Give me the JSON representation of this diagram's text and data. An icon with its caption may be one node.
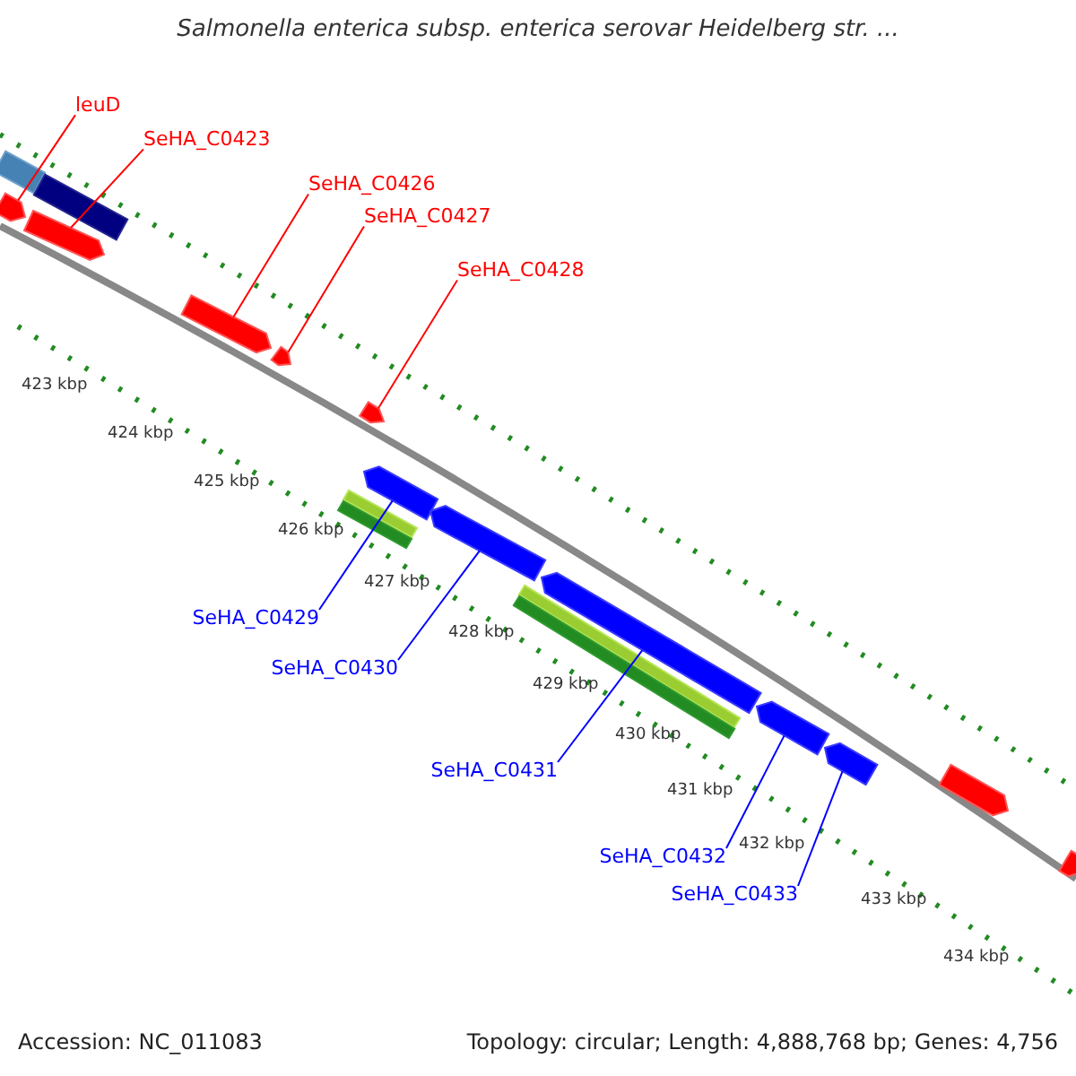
{
  "diagram": {
    "title": "Salmonella enterica subsp. enterica serovar Heidelberg str. ...",
    "nodes": [
      {
        "text": [
          "leuD"
        ]
      },
      {
        "text": [
          "SeHA_C0423"
        ]
      },
      {
        "text": [
          "SeHA_C0426"
        ]
      },
      {
        "text": [
          "SeHA_C0427"
        ]
      },
      {
        "text": [
          "SeHA_C0428"
        ]
      },
      {
        "text": [
          "SeHA_C0429"
        ]
      },
      {
        "text": [
          "SeHA_C0430"
        ]
      },
      {
        "text": [
          "SeHA_C0431"
        ]
      },
      {
        "text": [
          "SeHA_C0432"
        ]
      },
      {
        "text": [
          "SeHA_C0433"
        ]
      },
      {
        "text": [],
        "shape": "bar"
      },
      {
        "text": [],
        "shape": "bar"
      },
      {
        "text": [],
        "shape": "bar"
      },
      {
        "text": [],
        "shape": "bar"
      },
      {
        "text": [],
        "shape": "bar"
      },
      {
        "text": [],
        "shape": "bar"
      },
      {
        "text": [],
        "shape": "bar"
      },
      {
        "text": [],
        "shape": "bar"
      },
      {
        "text": [],
        "shape": "bar"
      },
      {
        "text": [],
        "shape": "bar"
      }
    ],
    "edges": [
      {
        "from": 0,
        "to": 10,
        "arrow": "none"
      },
      {
        "from": 1,
        "to": 11,
        "arrow": "none"
      },
      {
        "from": 2,
        "to": 12,
        "arrow": "none"
      },
      {
        "from": 3,
        "to": 13,
        "arrow": "none"
      },
      {
        "from": 4,
        "to": 14,
        "arrow": "none"
      },
      {
        "from": 5,
        "to": 15,
        "arrow": "none",
        "color": "#0000ff"
      },
      {
        "from": 6,
        "to": 16,
        "arrow": "none",
        "color": "#0000ff"
      },
      {
        "from": 7,
        "to": 17,
        "arrow": "none",
        "color": "#0000ff"
      },
      {
        "from": 8,
        "to": 18,
        "arrow": "none",
        "color": "#0000ff"
      },
      {
        "from": 9,
        "to": 19,
        "arrow": "none",
        "color": "#0000ff"
      }
    ],
    "labels": [
      "423 kbp",
      "424 kbp",
      "425 kbp",
      "426 kbp",
      "427 kbp",
      "428 kbp",
      "429 kbp",
      "430 kbp",
      "431 kbp",
      "432 kbp",
      "433 kbp",
      "434 kbp",
      "Accession: NC_011083",
      "Topology: circular; Length: 4,888,768 bp; Genes: 4,756"
    ]
  }
}
